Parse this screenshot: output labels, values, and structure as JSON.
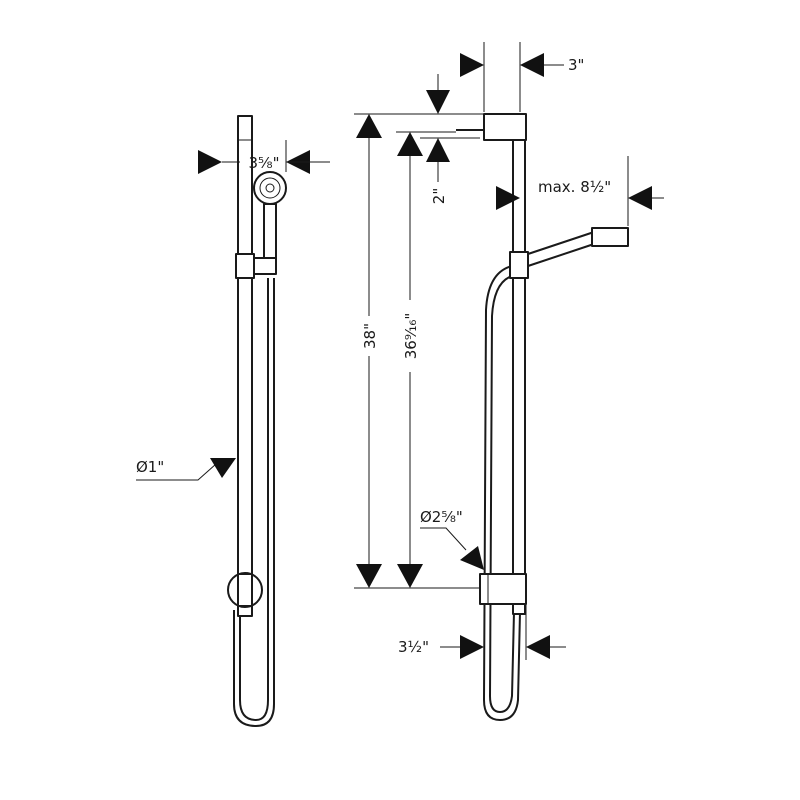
{
  "labels": {
    "head_width": "3⁵⁄₈\"",
    "rail_diameter": "Ø1\"",
    "mount_offset": "3\"",
    "top_offset": "2\"",
    "arm_reach": "max. 8½\"",
    "height_total": "38\"",
    "height_center": "36⁹⁄₁₆\"",
    "bottom_bracket_diameter": "Ø2⁵⁄₈\"",
    "bottom_depth": "3½\""
  },
  "colors": {
    "line": "#1a1a1a",
    "background": "#ffffff"
  }
}
